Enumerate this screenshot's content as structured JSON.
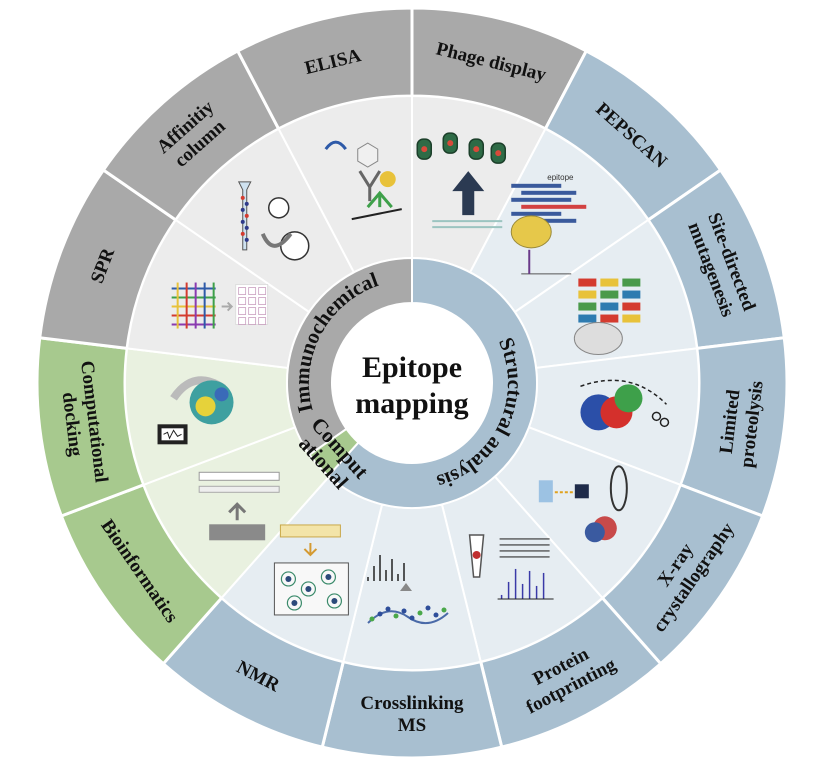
{
  "center": {
    "lines": [
      "Epitope",
      "mapping"
    ]
  },
  "groups": [
    {
      "id": "immunochemical",
      "label": "Immunochemical",
      "color": "#a9a9a9",
      "inner_fill": "#ececec"
    },
    {
      "id": "structural",
      "label": "Structural analysis",
      "color": "#a8bfd0",
      "inner_fill": "#e6edf2"
    },
    {
      "id": "computational",
      "label": [
        "Comput",
        "ational"
      ],
      "color": "#a7c98e",
      "inner_fill": "#e9f1e0"
    }
  ],
  "segments": [
    {
      "id": "phage",
      "group": "immunochemical",
      "lines": [
        "Phage display"
      ]
    },
    {
      "id": "pepscan",
      "group": "structural",
      "lines": [
        "PEPSCAN"
      ]
    },
    {
      "id": "sdm",
      "group": "structural",
      "lines": [
        "Site-directed",
        "mutagenesis"
      ]
    },
    {
      "id": "limited",
      "group": "structural",
      "lines": [
        "Limited",
        "proteolysis"
      ]
    },
    {
      "id": "xray",
      "group": "structural",
      "lines": [
        "X-ray",
        "crystallography"
      ]
    },
    {
      "id": "footprint",
      "group": "structural",
      "lines": [
        "Protein",
        "footprinting"
      ]
    },
    {
      "id": "xlms",
      "group": "structural",
      "lines": [
        "Crosslinking",
        "MS"
      ]
    },
    {
      "id": "nmr",
      "group": "structural",
      "lines": [
        "NMR"
      ]
    },
    {
      "id": "bioinfo",
      "group": "computational",
      "lines": [
        "Bioinformatics"
      ]
    },
    {
      "id": "docking",
      "group": "computational",
      "lines": [
        "Computational",
        "docking"
      ]
    },
    {
      "id": "spr",
      "group": "immunochemical",
      "lines": [
        "SPR"
      ]
    },
    {
      "id": "affinity",
      "group": "immunochemical",
      "lines": [
        "Affinitiy",
        "column"
      ]
    },
    {
      "id": "elisa",
      "group": "immunochemical",
      "lines": [
        "ELISA"
      ]
    }
  ],
  "illustrations": {
    "epitope_tag": "epitope"
  }
}
